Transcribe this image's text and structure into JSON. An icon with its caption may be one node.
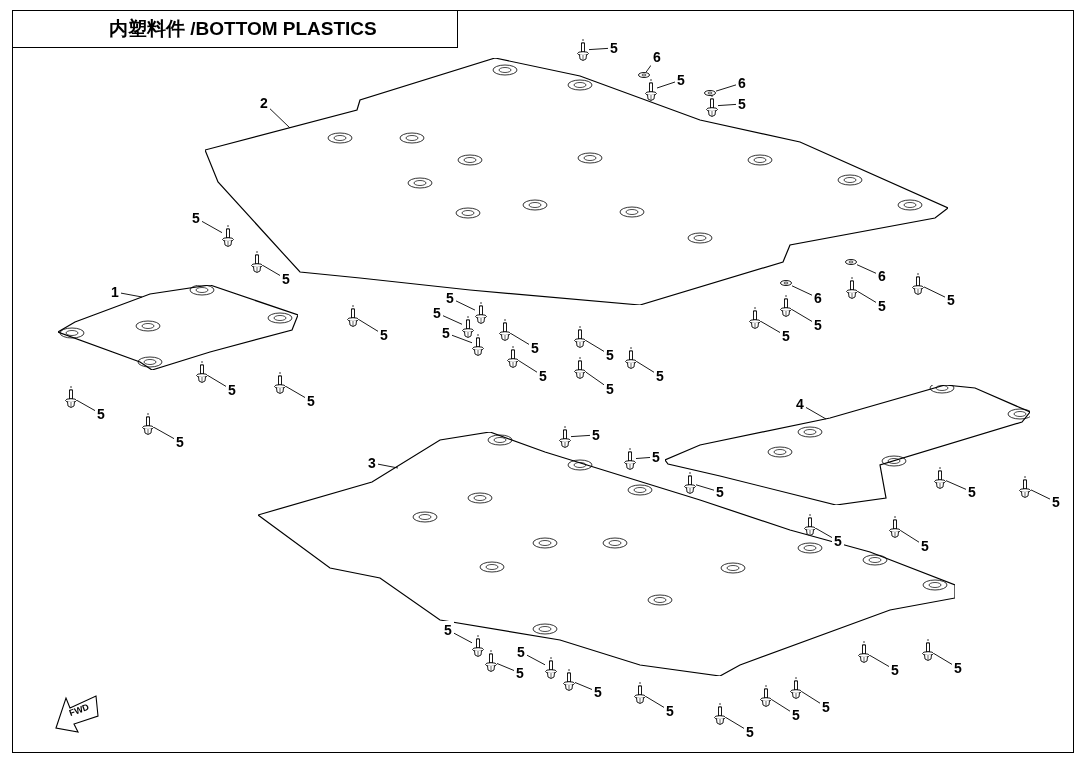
{
  "diagram": {
    "title": "内塑料件 /BOTTOM PLASTICS",
    "nodes": [
      {
        "text": [
          "5"
        ]
      },
      {
        "text": [],
        "shape": "bolt"
      },
      {
        "text": [
          "6"
        ]
      },
      {
        "text": [],
        "shape": "washer"
      },
      {
        "text": [
          "5"
        ]
      },
      {
        "text": [],
        "shape": "bolt"
      },
      {
        "text": [
          "6"
        ]
      },
      {
        "text": [],
        "shape": "washer"
      },
      {
        "text": [
          "5"
        ]
      },
      {
        "text": [],
        "shape": "bolt"
      },
      {
        "text": [
          "2"
        ]
      },
      {
        "text": [],
        "shape": "plate"
      },
      {
        "text": [
          "5"
        ]
      },
      {
        "text": [],
        "shape": "bolt"
      },
      {
        "text": [
          "5"
        ]
      },
      {
        "text": [],
        "shape": "bolt"
      },
      {
        "text": [
          "5"
        ]
      },
      {
        "text": [],
        "shape": "bolt"
      },
      {
        "text": [
          "5"
        ]
      },
      {
        "text": [],
        "shape": "bolt"
      },
      {
        "text": [
          "5"
        ]
      },
      {
        "text": [],
        "shape": "bolt"
      },
      {
        "text": [
          "5"
        ]
      },
      {
        "text": [],
        "shape": "bolt"
      },
      {
        "text": [
          "5"
        ]
      },
      {
        "text": [],
        "shape": "bolt"
      },
      {
        "text": [
          "5"
        ]
      },
      {
        "text": [],
        "shape": "bolt"
      },
      {
        "text": [
          "5"
        ]
      },
      {
        "text": [],
        "shape": "bolt"
      },
      {
        "text": [
          "5"
        ]
      },
      {
        "text": [],
        "shape": "bolt"
      },
      {
        "text": [
          "5"
        ]
      },
      {
        "text": [],
        "shape": "bolt"
      },
      {
        "text": [
          "6"
        ]
      },
      {
        "text": [],
        "shape": "washer"
      },
      {
        "text": [
          "5"
        ]
      },
      {
        "text": [],
        "shape": "bolt"
      },
      {
        "text": [
          "5"
        ]
      },
      {
        "text": [],
        "shape": "bolt"
      },
      {
        "text": [
          "6"
        ]
      },
      {
        "text": [],
        "shape": "washer"
      },
      {
        "text": [
          "5"
        ]
      },
      {
        "text": [],
        "shape": "bolt"
      },
      {
        "text": [
          "5"
        ]
      },
      {
        "text": [],
        "shape": "bolt"
      },
      {
        "text": [
          "1"
        ]
      },
      {
        "text": [],
        "shape": "plate"
      },
      {
        "text": [
          "5"
        ]
      },
      {
        "text": [],
        "shape": "bolt"
      },
      {
        "text": [
          "5"
        ]
      },
      {
        "text": [],
        "shape": "bolt"
      },
      {
        "text": [
          "5"
        ]
      },
      {
        "text": [],
        "shape": "bolt"
      },
      {
        "text": [
          "5"
        ]
      },
      {
        "text": [],
        "shape": "bolt"
      },
      {
        "text": [
          "4"
        ]
      },
      {
        "text": [],
        "shape": "plate"
      },
      {
        "text": [
          "3"
        ]
      },
      {
        "text": [],
        "shape": "plate"
      },
      {
        "text": [
          "5"
        ]
      },
      {
        "text": [],
        "shape": "bolt"
      },
      {
        "text": [
          "5"
        ]
      },
      {
        "text": [],
        "shape": "bolt"
      },
      {
        "text": [
          "5"
        ]
      },
      {
        "text": [],
        "shape": "bolt"
      },
      {
        "text": [
          "5"
        ]
      },
      {
        "text": [],
        "shape": "bolt"
      },
      {
        "text": [
          "5"
        ]
      },
      {
        "text": [],
        "shape": "bolt"
      },
      {
        "text": [
          "5"
        ]
      },
      {
        "text": [],
        "shape": "bolt"
      },
      {
        "text": [
          "5"
        ]
      },
      {
        "text": [],
        "shape": "bolt"
      },
      {
        "text": [
          "5"
        ]
      },
      {
        "text": [],
        "shape": "bolt"
      },
      {
        "text": [
          "5"
        ]
      },
      {
        "text": [],
        "shape": "bolt"
      },
      {
        "text": [
          "5"
        ]
      },
      {
        "text": [],
        "shape": "bolt"
      },
      {
        "text": [
          "5"
        ]
      },
      {
        "text": [],
        "shape": "bolt"
      },
      {
        "text": [
          "5"
        ]
      },
      {
        "text": [],
        "shape": "bolt"
      },
      {
        "text": [
          "5"
        ]
      },
      {
        "text": [],
        "shape": "bolt"
      },
      {
        "text": [
          "5"
        ]
      },
      {
        "text": [],
        "shape": "bolt"
      },
      {
        "text": [
          "5"
        ]
      },
      {
        "text": [],
        "shape": "bolt"
      },
      {
        "text": [
          "5"
        ]
      },
      {
        "text": [],
        "shape": "bolt"
      },
      {
        "text": [
          "5"
        ]
      },
      {
        "text": [],
        "shape": "bolt"
      }
    ],
    "edges": [
      {
        "from": 0,
        "to": 1,
        "arrow": "none"
      },
      {
        "from": 2,
        "to": 3,
        "arrow": "none"
      },
      {
        "from": 4,
        "to": 5,
        "arrow": "none"
      },
      {
        "from": 6,
        "to": 7,
        "arrow": "none"
      },
      {
        "from": 8,
        "to": 9,
        "arrow": "none"
      },
      {
        "from": 10,
        "to": 11,
        "arrow": "none"
      },
      {
        "from": 12,
        "to": 13,
        "arrow": "none"
      },
      {
        "from": 14,
        "to": 15,
        "arrow": "none"
      },
      {
        "from": 16,
        "to": 17,
        "arrow": "none"
      },
      {
        "from": 18,
        "to": 19,
        "arrow": "none"
      },
      {
        "from": 20,
        "to": 21,
        "arrow": "none"
      },
      {
        "from": 22,
        "to": 23,
        "arrow": "none"
      },
      {
        "from": 24,
        "to": 25,
        "arrow": "none"
      },
      {
        "from": 26,
        "to": 27,
        "arrow": "none"
      },
      {
        "from": 28,
        "to": 29,
        "arrow": "none"
      },
      {
        "from": 30,
        "to": 31,
        "arrow": "none"
      },
      {
        "from": 32,
        "to": 33,
        "arrow": "none"
      },
      {
        "from": 34,
        "to": 35,
        "arrow": "none"
      },
      {
        "from": 36,
        "to": 37,
        "arrow": "none"
      },
      {
        "from": 38,
        "to": 39,
        "arrow": "none"
      },
      {
        "from": 40,
        "to": 41,
        "arrow": "none"
      },
      {
        "from": 42,
        "to": 43,
        "arrow": "none"
      },
      {
        "from": 44,
        "to": 45,
        "arrow": "none"
      },
      {
        "from": 46,
        "to": 47,
        "arrow": "none"
      },
      {
        "from": 48,
        "to": 49,
        "arrow": "none"
      },
      {
        "from": 50,
        "to": 51,
        "arrow": "none"
      },
      {
        "from": 52,
        "to": 53,
        "arrow": "none"
      },
      {
        "from": 54,
        "to": 55,
        "arrow": "none"
      },
      {
        "from": 56,
        "to": 57,
        "arrow": "none"
      },
      {
        "from": 58,
        "to": 59,
        "arrow": "none"
      },
      {
        "from": 60,
        "to": 61,
        "arrow": "none"
      },
      {
        "from": 62,
        "to": 63,
        "arrow": "none"
      },
      {
        "from": 64,
        "to": 65,
        "arrow": "none"
      },
      {
        "from": 66,
        "to": 67,
        "arrow": "none"
      },
      {
        "from": 68,
        "to": 69,
        "arrow": "none"
      },
      {
        "from": 70,
        "to": 71,
        "arrow": "none"
      },
      {
        "from": 72,
        "to": 73,
        "arrow": "none"
      },
      {
        "from": 74,
        "to": 75,
        "arrow": "none"
      },
      {
        "from": 76,
        "to": 77,
        "arrow": "none"
      },
      {
        "from": 78,
        "to": 79,
        "arrow": "none"
      },
      {
        "from": 80,
        "to": 81,
        "arrow": "none"
      },
      {
        "from": 82,
        "to": 83,
        "arrow": "none"
      },
      {
        "from": 84,
        "to": 85,
        "arrow": "none"
      },
      {
        "from": 86,
        "to": 87,
        "arrow": "none"
      },
      {
        "from": 88,
        "to": 89,
        "arrow": "none"
      },
      {
        "from": 90,
        "to": 91,
        "arrow": "none"
      },
      {
        "from": 92,
        "to": 93,
        "arrow": "none"
      }
    ],
    "labels": [
      "FWD"
    ]
  }
}
